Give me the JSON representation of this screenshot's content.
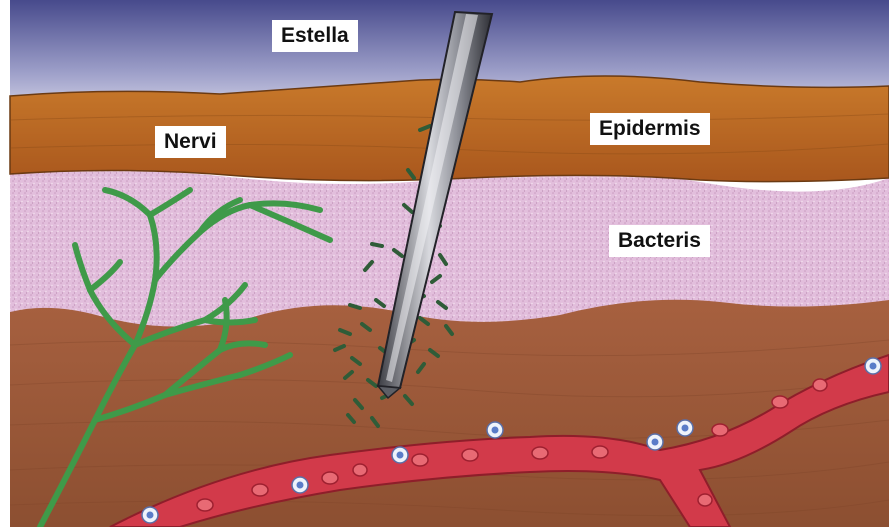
{
  "labels": {
    "splinter": "Estella",
    "nerves": "Nervi",
    "epidermis": "Epidermis",
    "bacteria": "Bacteris"
  },
  "colors": {
    "sky_top": "#474a8c",
    "sky_bottom": "#e7e8f4",
    "epidermis": "#b8681f",
    "dermis_pink": "#e3bfdc",
    "subcutis": "#9e5b38",
    "nerve": "#3f9a49",
    "vessel": "#d23a4a",
    "bacteria": "#2f5c38",
    "splinter": "#7d7f88"
  },
  "icons": {
    "splinter": "splinter-icon",
    "nerve": "nerve-icon",
    "vessel": "blood-vessel-icon",
    "bacteria": "bacteria-icon"
  }
}
